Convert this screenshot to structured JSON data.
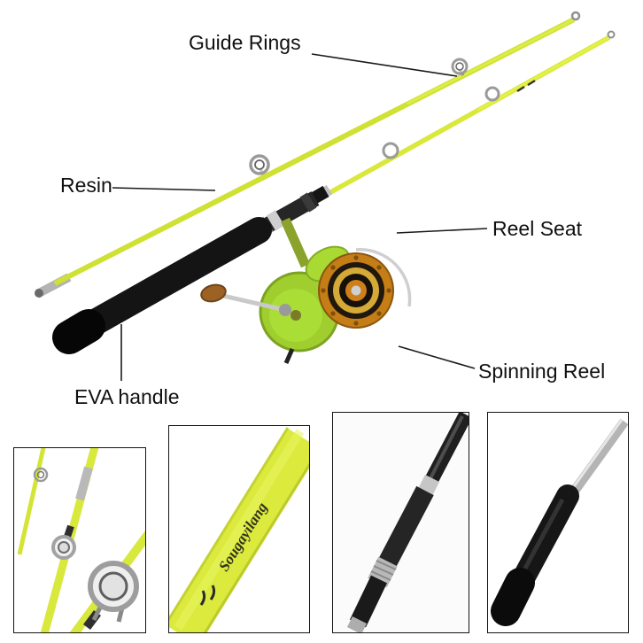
{
  "annotations": {
    "guide_rings": {
      "label": "Guide Rings"
    },
    "resin": {
      "label": "Resin"
    },
    "reel_seat": {
      "label": "Reel Seat"
    },
    "eva_handle": {
      "label": "EVA handle"
    },
    "spinning_reel": {
      "label": "Spinning Reel"
    }
  },
  "product": {
    "brand_on_rod": "Sougayilang",
    "colors": {
      "rod_yellow": "#d9e83a",
      "rod_yellow_dark": "#bcca2e",
      "reel_body_green": "#9fce2e",
      "spool_orange": "#c57d15",
      "spool_gold": "#d4a937",
      "eva_black": "#141414",
      "hardware_silver": "#b9b9b9",
      "label_text": "#101010"
    }
  },
  "closeups": [
    {
      "name": "rod-tips-and-guide-rings"
    },
    {
      "name": "rod-blank-with-brand"
    },
    {
      "name": "reel-seat-detail"
    },
    {
      "name": "eva-handle-detail"
    }
  ]
}
